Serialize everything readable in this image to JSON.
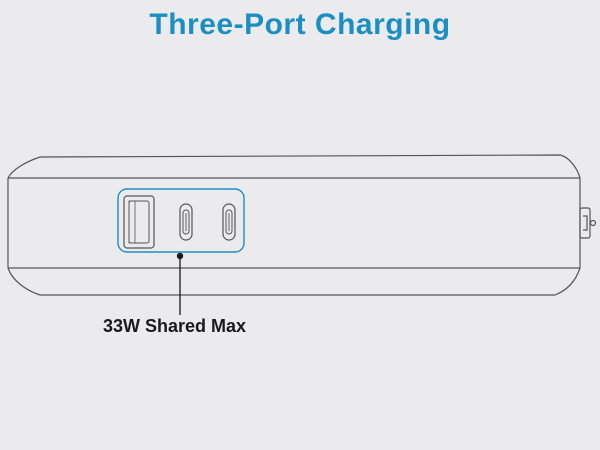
{
  "title": "Three-Port Charging",
  "callout": {
    "label": "33W Shared Max"
  },
  "device": {
    "ports": [
      {
        "type": "USB-A"
      },
      {
        "type": "USB-C"
      },
      {
        "type": "USB-C"
      }
    ]
  },
  "colors": {
    "accent": "#1c8fc2",
    "outline": "#555555",
    "background": "#ebebed"
  }
}
